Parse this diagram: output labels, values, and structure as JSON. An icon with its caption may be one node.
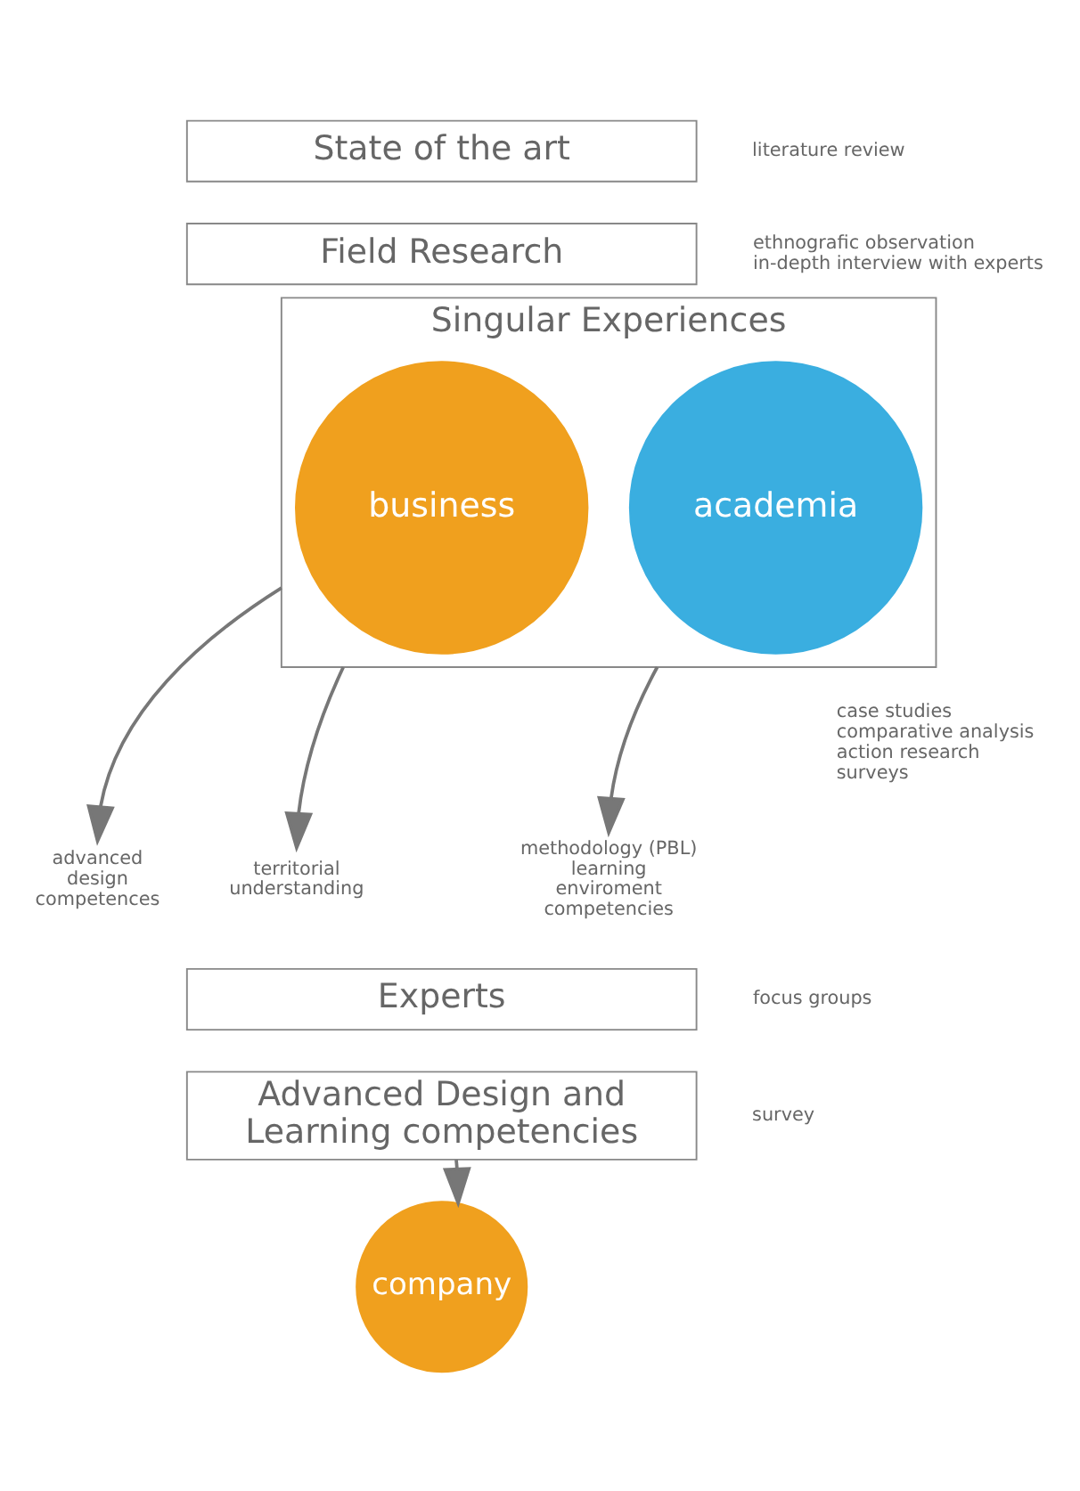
{
  "diagram": {
    "nodes": [
      {
        "text": [
          "State of the art"
        ],
        "beside": [
          "literature review"
        ]
      },
      {
        "text": [
          "Field Research"
        ],
        "beside": [
          "ethnografic observation",
          "in-depth interview with experts"
        ]
      },
      {
        "text": [
          "Singular Experiences"
        ],
        "beside": [
          "case studies",
          "comparative analysis",
          "action research",
          "surveys"
        ]
      },
      {
        "text": [
          "business"
        ],
        "in": 2
      },
      {
        "text": [
          "academia"
        ],
        "in": 2
      },
      {
        "text": [
          "advanced design competences"
        ]
      },
      {
        "text": [
          "territorial understanding"
        ]
      },
      {
        "text": [
          "methodology (PBL) learning enviroment competencies"
        ]
      },
      {
        "text": [
          "Experts"
        ],
        "beside": [
          "focus groups"
        ]
      },
      {
        "text": [
          "Advanced Design and Learning competencies"
        ],
        "beside": [
          "survey"
        ]
      },
      {
        "text": [
          "company"
        ]
      }
    ],
    "edges": [
      {
        "from": 2,
        "to": 5,
        "arrow": "to"
      },
      {
        "from": 2,
        "to": 6,
        "arrow": "to"
      },
      {
        "from": 2,
        "to": 7,
        "arrow": "to"
      },
      {
        "from": 9,
        "to": 10,
        "arrow": "to"
      }
    ]
  }
}
